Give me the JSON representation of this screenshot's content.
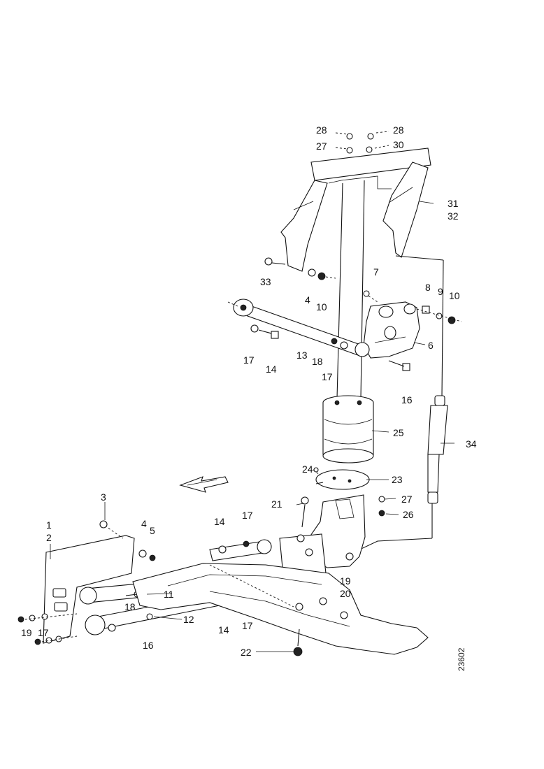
{
  "reference_code": "23602",
  "labels": {
    "l28a": "28",
    "l28b": "28",
    "l27a": "27",
    "l30": "30",
    "l31": "31",
    "l32": "32",
    "l33": "33",
    "l4a": "4",
    "l10a": "10",
    "l7": "7",
    "l8": "8",
    "l9": "9",
    "l10b": "10",
    "l6": "6",
    "l17a": "17",
    "l14a": "14",
    "l13": "13",
    "l18a": "18",
    "l17b": "17",
    "l16a": "16",
    "l25": "25",
    "l34": "34",
    "l24": "24",
    "l23": "23",
    "l27b": "27",
    "l26": "26",
    "l21": "21",
    "l3": "3",
    "l1": "1",
    "l2": "2",
    "l4b": "4",
    "l5": "5",
    "l14b": "14",
    "l17c": "17",
    "l11": "11",
    "l18b": "18",
    "l12": "12",
    "l16b": "16",
    "l19a": "19",
    "l17d": "17",
    "l14c": "14",
    "l17e": "17",
    "l19b": "19",
    "l20": "20",
    "l22": "22"
  }
}
